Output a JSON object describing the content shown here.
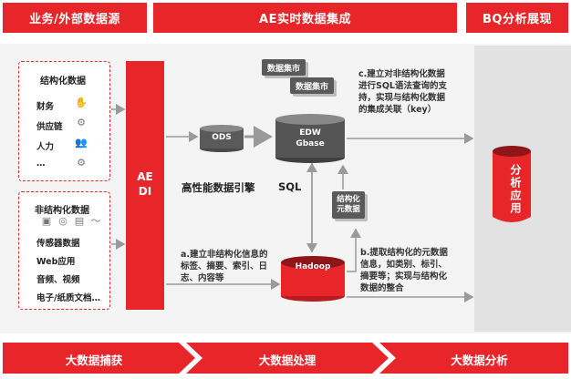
{
  "headers": {
    "left": "业务/外部数据源",
    "middle": "AE实时数据集成",
    "right": "BQ分析展现"
  },
  "structured": {
    "title": "结构化数据",
    "items": [
      "财务",
      "供应链",
      "人力",
      "…"
    ]
  },
  "unstructured": {
    "title": "非结构化数据",
    "items": [
      "传感器数据",
      "Web应用",
      "音频、视频",
      "电子/纸质文档…"
    ]
  },
  "aedi": {
    "line1": "AE",
    "line2": "DI"
  },
  "ods": "ODS",
  "edw": {
    "line1": "EDW",
    "line2": "Gbase"
  },
  "mart1": "数据集市",
  "mart2": "数据集市",
  "engine": "高性能数据引擎",
  "sql": "SQL",
  "struct_meta": {
    "line1": "结构化",
    "line2": "元数据"
  },
  "hadoop": "Hadoop",
  "note_c": [
    "c.建立对非结构化数据",
    "进行SQL语法查询的支",
    "持，实现与结构化数据",
    "的集成关联（key）"
  ],
  "note_a": [
    "a.建立非结构化信息的",
    "标签、摘要、索引、日",
    "志、内容等"
  ],
  "note_b": [
    "b.提取结构化的元数据",
    "信息，如类别、标引、",
    "摘要等；实现与结构化",
    "数据的整合"
  ],
  "app": "分析应用",
  "bottom": [
    "大数据捕获",
    "大数据处理",
    "大数据分析"
  ],
  "colors": {
    "accent": "#e8262a",
    "dark": "#5a5a5a",
    "bg": "#f4f4f4"
  }
}
